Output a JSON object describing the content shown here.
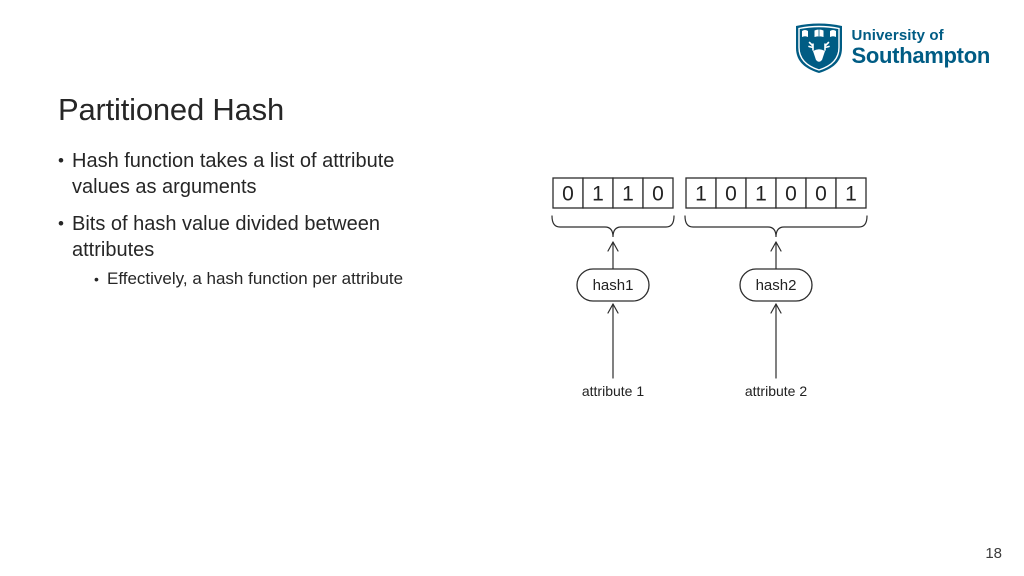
{
  "slide": {
    "title": "Partitioned Hash",
    "page_number": "18",
    "bullet_char": "•"
  },
  "logo": {
    "name": "university-of-southampton",
    "line1": "University of",
    "line2": "Southampton",
    "color": "#005C84"
  },
  "bullets": {
    "item1": {
      "text": "Hash function takes a list of attribute\nvalues as arguments"
    },
    "item2": {
      "text": "Bits of hash value divided between\nattributes",
      "sub": "Effectively, a hash function per attribute"
    }
  },
  "diagram": {
    "stroke_color": "#2d2d2d",
    "groups": {
      "g1": {
        "bits": [
          "0",
          "1",
          "1",
          "0"
        ],
        "hash_label": "hash1",
        "attribute_label": "attribute 1"
      },
      "g2": {
        "bits": [
          "1",
          "0",
          "1",
          "0",
          "0",
          "1"
        ],
        "hash_label": "hash2",
        "attribute_label": "attribute 2"
      }
    }
  }
}
